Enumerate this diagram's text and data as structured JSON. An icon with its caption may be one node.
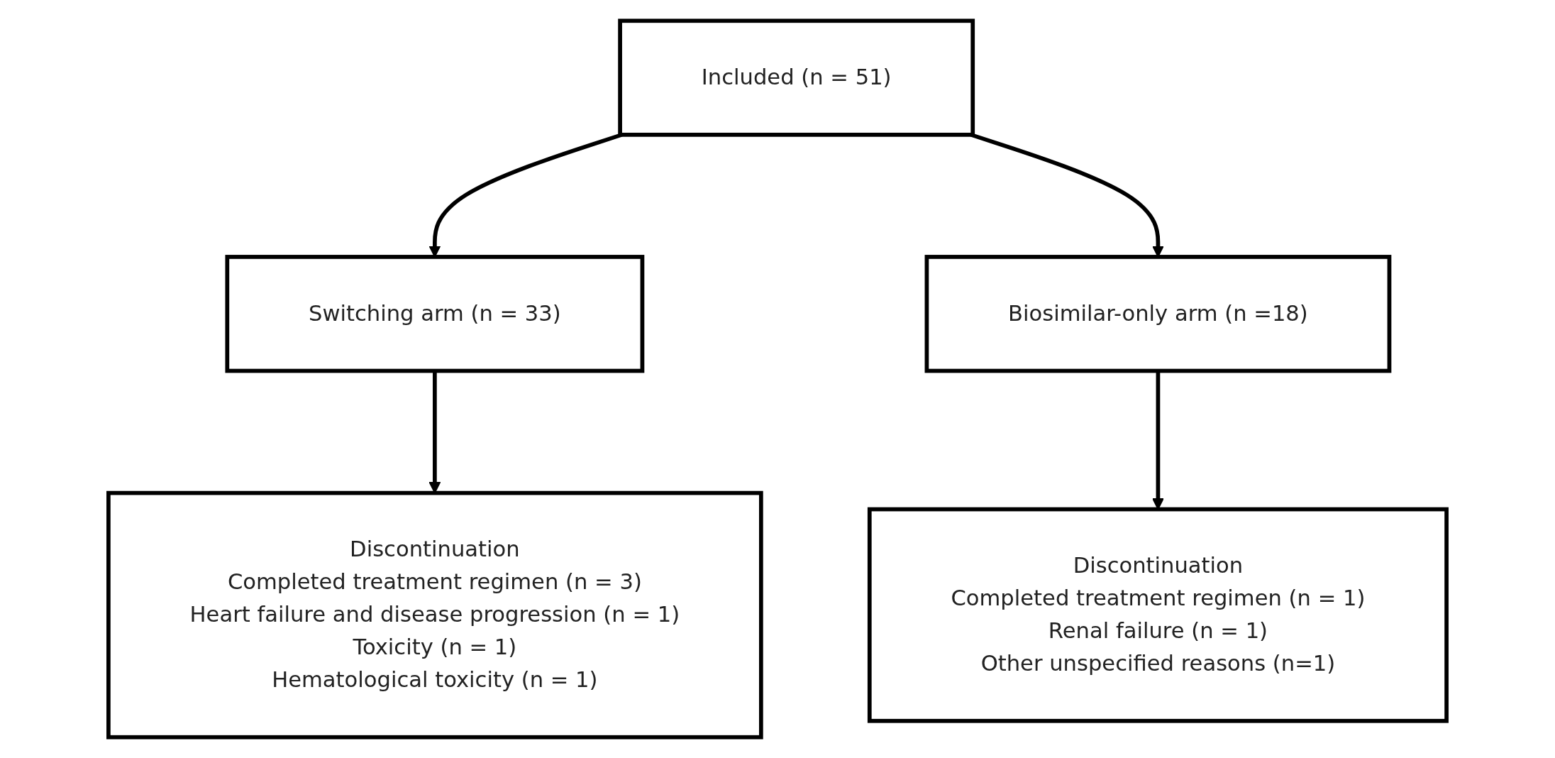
{
  "diagram": {
    "nodes": [
      {
        "text": [
          "Included (n = 51)"
        ]
      },
      {
        "text": [
          "Discontinuation",
          "Completed treatment regimen (n = 3)",
          "Heart failure and disease progression (n = 1)",
          "Toxicity (n = 1)",
          "Hematological toxicity (n = 1)"
        ]
      },
      {
        "text": [
          "Switching arm (n = 33)"
        ]
      },
      {
        "text": [
          "Biosimilar-only arm (n =18)"
        ]
      },
      {
        "text": [
          "Discontinuation",
          "Completed treatment regimen (n = 1)",
          "Renal failure (n = 1)",
          "Other unspecified reasons (n=1)"
        ]
      }
    ],
    "edges": [
      {
        "from": 0,
        "to": 2,
        "arrow": "to"
      },
      {
        "from": 0,
        "to": 3,
        "arrow": "to"
      },
      {
        "from": 2,
        "to": 1,
        "arrow": "to"
      },
      {
        "from": 3,
        "to": 4,
        "arrow": "to"
      }
    ]
  }
}
